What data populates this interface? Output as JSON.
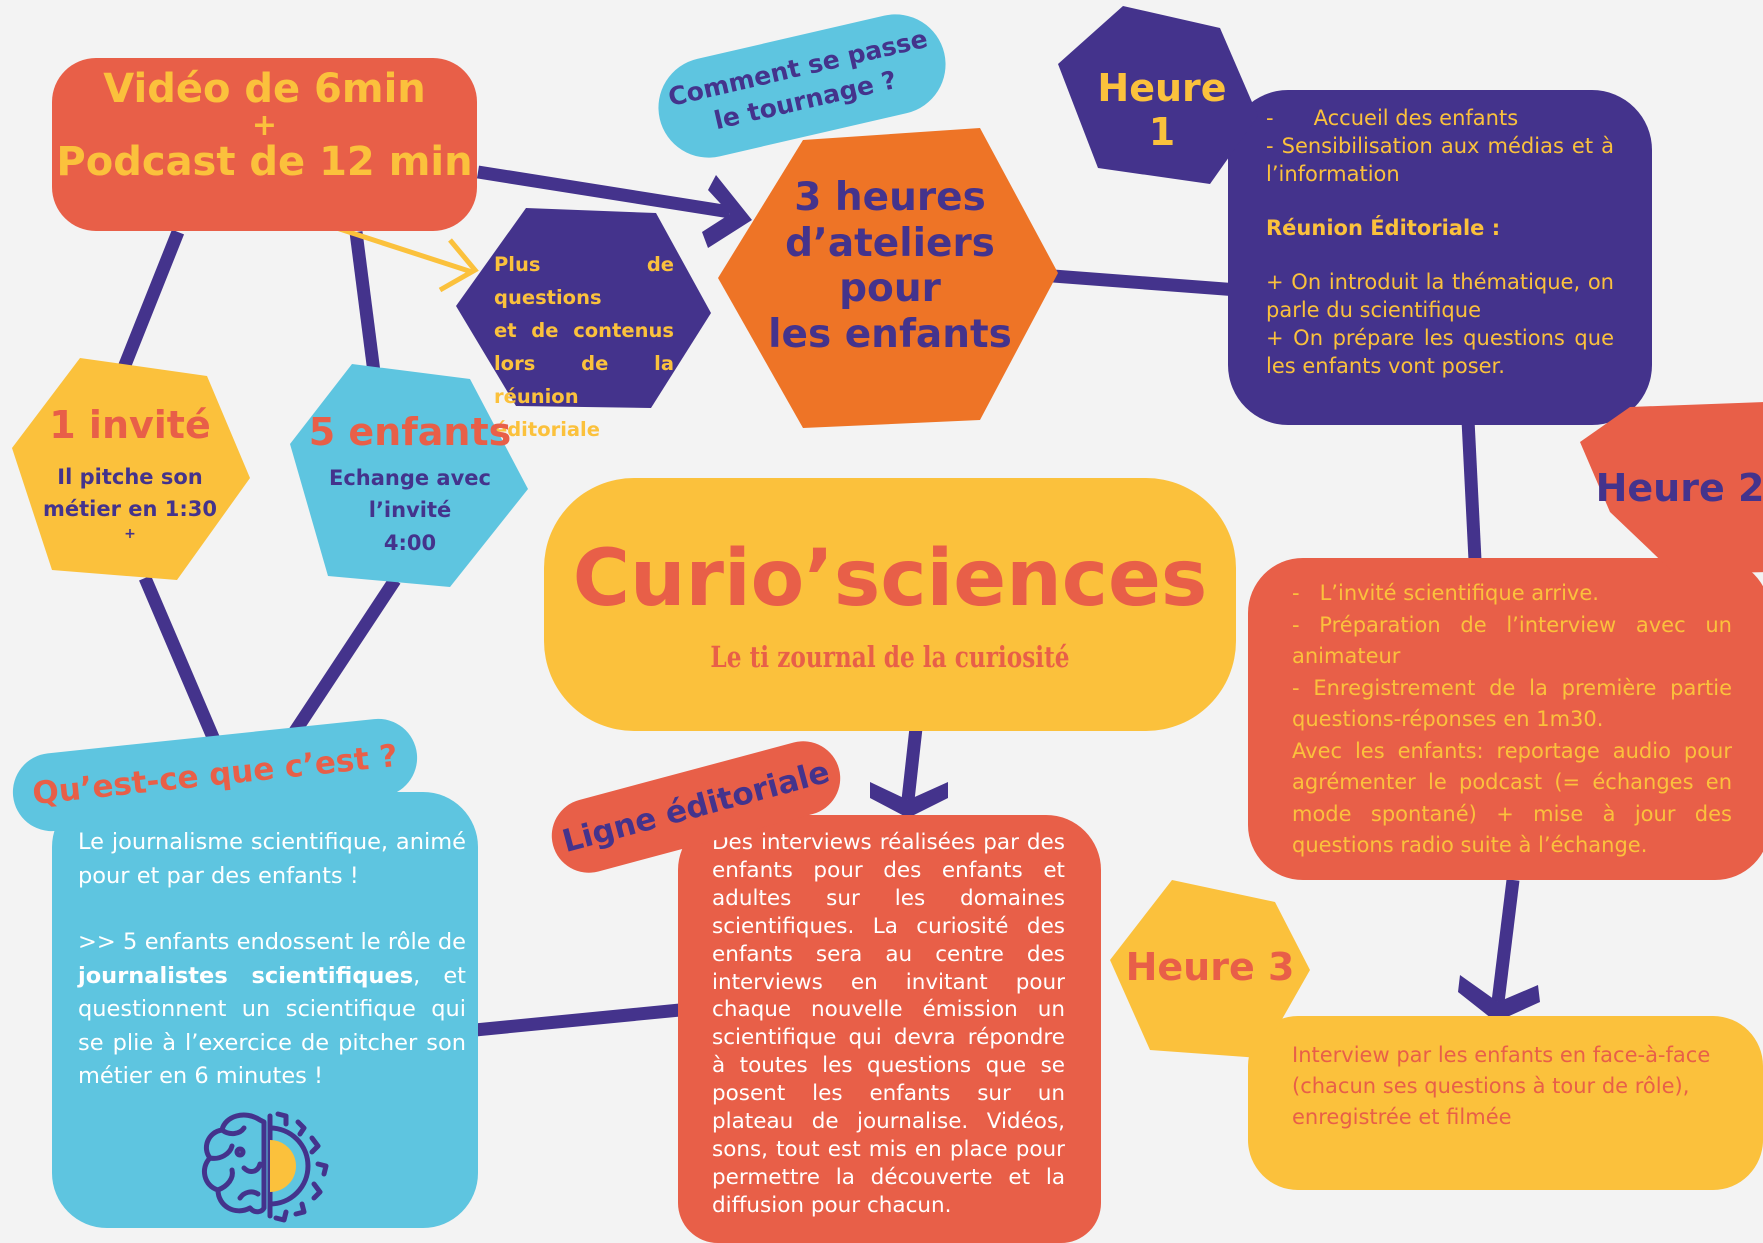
{
  "colors": {
    "background": "#f3f3f3",
    "purple": "#44338c",
    "orange_red": "#e85f48",
    "yellow": "#fbc13c",
    "sky_blue": "#5ec5e0",
    "orange": "#ee7426",
    "white": "#ffffff"
  },
  "header": {
    "title": "Curio’sciences",
    "subtitle": "Le ti zournal de la curiosité"
  },
  "format_box": {
    "line1": "Vidéo de 6min",
    "plus": "+",
    "line2": "Podcast de 12 min"
  },
  "tournage_tag": {
    "line1": "Comment se passe",
    "line2": "le tournage ?"
  },
  "ateliers": {
    "line1": "3 heures",
    "line2": "d’ateliers",
    "line3": "pour",
    "line4": "les enfants"
  },
  "more_questions": {
    "line1": "Plus de questions",
    "line2": "et de contenus",
    "line3": "lors de la réunion",
    "line4": "éditoriale"
  },
  "invite": {
    "title": "1 invité",
    "line1": "Il pitche son",
    "line2": "métier en 1:30",
    "plus": "+"
  },
  "enfants": {
    "title": "5 enfants",
    "line1": "Echange avec",
    "line2": "l’invité",
    "line3": "4:00"
  },
  "heure1": {
    "label": "Heure 1",
    "item1": "-      Accueil des enfants",
    "item2": "-      Sensibilisation aux médias et à l’information",
    "meeting_title": "Réunion Éditoriale :",
    "point1": "+ On introduit la thématique, on parle du scientifique",
    "point2": "+ On prépare les questions que les enfants vont poser."
  },
  "heure2": {
    "label": "Heure 2",
    "item1": "-   L’invité scientifique arrive.",
    "item2": "- Préparation de l’interview avec un animateur",
    "item3": "- Enregistrement de la première partie questions-réponses en 1m30.",
    "item4": "Avec les enfants: reportage audio pour agrémenter le podcast (= échanges en mode spontané) + mise à jour des questions radio suite à l’échange."
  },
  "heure3": {
    "label": "Heure 3",
    "text": "Interview par les enfants en face-à-face (chacun ses questions à tour de rôle), enregistrée et filmée"
  },
  "quest": {
    "label": "Qu’est-ce que c’est ?",
    "para1": "Le journalisme scientifique, animé pour et par des enfants !",
    "para2_prefix": ">> 5 enfants endossent le rôle de ",
    "para2_bold": "journalistes scientifiques",
    "para2_suffix": ", et questionnent un scientifique qui se plie à l’exercice de pitcher son métier en 6 minutes !",
    "icon": "brain-gear-icon"
  },
  "ligne": {
    "label": "Ligne éditoriale",
    "text": "Des interviews réalisées par des enfants pour des enfants et adultes sur les domaines scientifiques. La curiosité des enfants sera au centre des interviews en invitant pour chaque nouvelle émission un scientifique qui devra répondre à toutes les questions que se posent les enfants sur un plateau de journalise. Vidéos, sons, tout est mis en place pour permettre la découverte et la diffusion pour chacun."
  }
}
